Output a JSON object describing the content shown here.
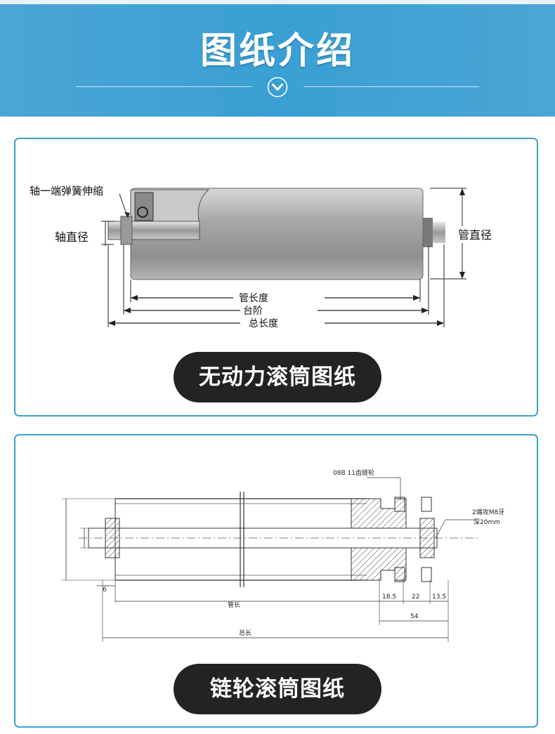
{
  "banner": {
    "title": "图纸介绍",
    "icon": "chevron-down-icon",
    "colors": {
      "primary": "#3a9fd3",
      "border": "#3f9fd2",
      "pill": "#232323"
    }
  },
  "unpowered_roller": {
    "labels": {
      "spring": "轴一端弹簧伸缩",
      "shaft_diameter": "轴直径",
      "tube_diameter": "管直径",
      "tube_length": "管长度",
      "step": "台阶",
      "total_length": "总长度"
    },
    "caption": "无动力滚筒图纸"
  },
  "sprocket_roller": {
    "labels": {
      "sprocket": "08B 11齿链轮",
      "tap_line1": "2端攻M8牙",
      "tap_line2": "深20mm",
      "dim_6": "6",
      "dim_18_5": "18.5",
      "dim_22": "22",
      "dim_13_5": "13.5",
      "dim_54": "54",
      "tube_length": "管长",
      "total_length": "总长"
    },
    "caption": "链轮滚筒图纸"
  }
}
